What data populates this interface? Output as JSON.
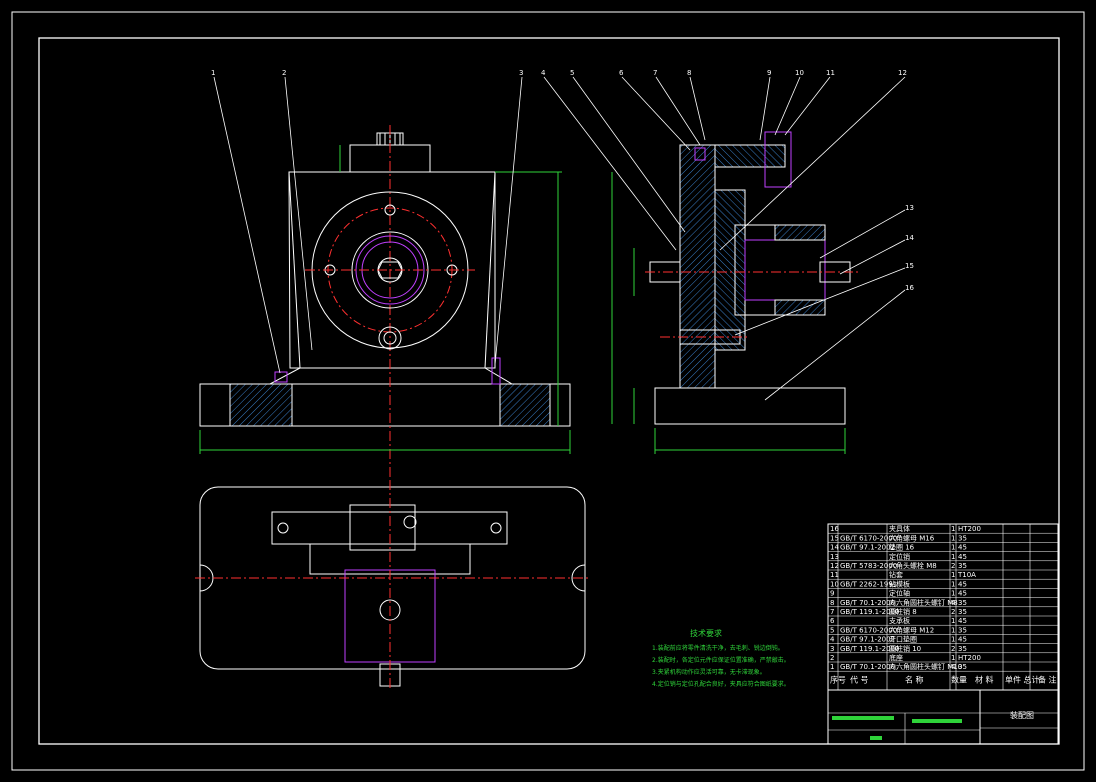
{
  "balloons": [
    "1",
    "2",
    "3",
    "4",
    "5",
    "6",
    "7",
    "8",
    "9",
    "10",
    "11",
    "12",
    "13",
    "14",
    "15",
    "16"
  ],
  "tech_notes": {
    "heading": "技术要求",
    "lines": [
      "1.装配前应将零件清洗干净，去毛刺、锐边倒钝。",
      "2.装配时，各定位元件应保证位置准确，严禁敲击。",
      "3.夹紧机构动作应灵活可靠，无卡滞现象。",
      "4.定位销与定位孔配合良好，夹具应符合图纸要求。"
    ]
  },
  "title_block": {
    "rows": [
      {
        "no": "16",
        "code": "",
        "name": "夹具体",
        "qty": "1",
        "mat": "HT200"
      },
      {
        "no": "15",
        "code": "GB/T 6170-2000",
        "name": "六角螺母 M16",
        "qty": "1",
        "mat": "35"
      },
      {
        "no": "14",
        "code": "GB/T 97.1-2002",
        "name": "垫圈 16",
        "qty": "1",
        "mat": "45"
      },
      {
        "no": "13",
        "code": "",
        "name": "定位销",
        "qty": "1",
        "mat": "45"
      },
      {
        "no": "12",
        "code": "GB/T 5783-2000",
        "name": "六角头螺栓 M8",
        "qty": "2",
        "mat": "35"
      },
      {
        "no": "11",
        "code": "",
        "name": "钻套",
        "qty": "1",
        "mat": "T10A"
      },
      {
        "no": "10",
        "code": "GB/T 2262-1991",
        "name": "钻模板",
        "qty": "1",
        "mat": "45"
      },
      {
        "no": "9",
        "code": "",
        "name": "定位轴",
        "qty": "1",
        "mat": "45"
      },
      {
        "no": "8",
        "code": "GB/T 70.1-2000",
        "name": "内六角圆柱头螺钉 M8",
        "qty": "4",
        "mat": "35"
      },
      {
        "no": "7",
        "code": "GB/T 119.1-2000",
        "name": "圆柱销 8",
        "qty": "2",
        "mat": "35"
      },
      {
        "no": "6",
        "code": "",
        "name": "支承板",
        "qty": "1",
        "mat": "45"
      },
      {
        "no": "5",
        "code": "GB/T 6170-2000",
        "name": "六角螺母 M12",
        "qty": "1",
        "mat": "35"
      },
      {
        "no": "4",
        "code": "GB/T 97.1-2002",
        "name": "开口垫圈",
        "qty": "1",
        "mat": "45"
      },
      {
        "no": "3",
        "code": "GB/T 119.1-2000",
        "name": "圆柱销 10",
        "qty": "2",
        "mat": "35"
      },
      {
        "no": "2",
        "code": "",
        "name": "底座",
        "qty": "1",
        "mat": "HT200"
      },
      {
        "no": "1",
        "code": "GB/T 70.1-2000",
        "name": "内六角圆柱头螺钉 M10",
        "qty": "4",
        "mat": "35"
      }
    ],
    "headers": {
      "no": "序号",
      "code": "代 号",
      "name": "名 称",
      "qty": "数量",
      "mat": "材 料",
      "weight": "单件 总计",
      "remark": "备 注"
    },
    "drawing_title": "装配图"
  }
}
